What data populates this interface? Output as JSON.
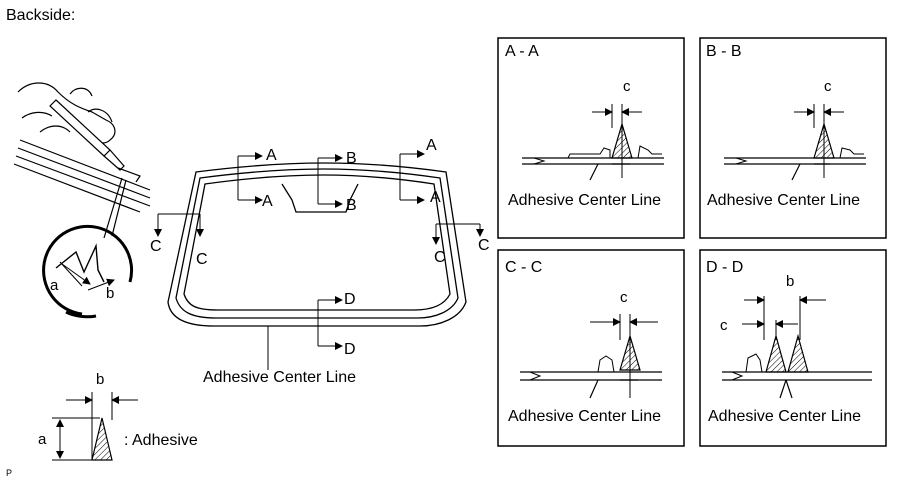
{
  "header": {
    "title": "Backside:"
  },
  "footer": {
    "code": "P"
  },
  "installation": {
    "section_letters": [
      "A",
      "B",
      "A",
      "C",
      "C",
      "D"
    ],
    "arrow_labels": {
      "a1_top": "A",
      "a1_bot": "A",
      "b_top": "B",
      "b_bot": "B",
      "a2_top": "A",
      "a2_bot": "A",
      "c1_a": "C",
      "c1_b": "C",
      "c2_a": "C",
      "c2_b": "C",
      "d_top": "D",
      "d_bot": "D"
    },
    "center_line_label": "Adhesive Center Line"
  },
  "detail_circle": {
    "dim_a": "a",
    "dim_b": "b"
  },
  "legend": {
    "dim_a": "a",
    "dim_b": "b",
    "label": ": Adhesive"
  },
  "sections": [
    {
      "title": "A - A",
      "dim": "c",
      "caption": "Adhesive Center Line"
    },
    {
      "title": "B - B",
      "dim": "c",
      "caption": "Adhesive Center Line"
    },
    {
      "title": "C - C",
      "dim": "c",
      "caption": "Adhesive Center Line"
    },
    {
      "title": "D - D",
      "dim_b": "b",
      "dim_c": "c",
      "caption": "Adhesive Center Line"
    }
  ]
}
